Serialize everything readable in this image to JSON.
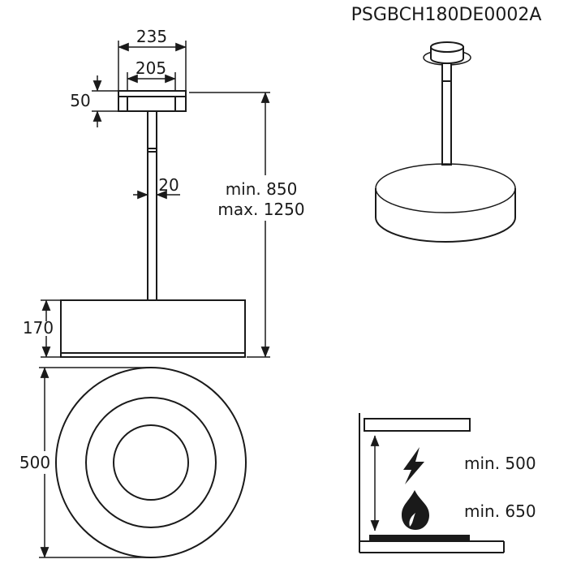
{
  "product": {
    "model": "PSGBCH180DE0002A"
  },
  "front_view": {
    "canopy_outer_width": "235",
    "canopy_inner_width": "205",
    "canopy_height": "50",
    "rod_width": "20",
    "height_min": "min. 850",
    "height_max": "max. 1250",
    "body_height": "170"
  },
  "top_view": {
    "diameter": "500"
  },
  "clearance_view": {
    "electric_clearance": "min. 500",
    "gas_clearance": "min. 650"
  },
  "colors": {
    "line": "#1a1a1a",
    "background": "#ffffff"
  }
}
